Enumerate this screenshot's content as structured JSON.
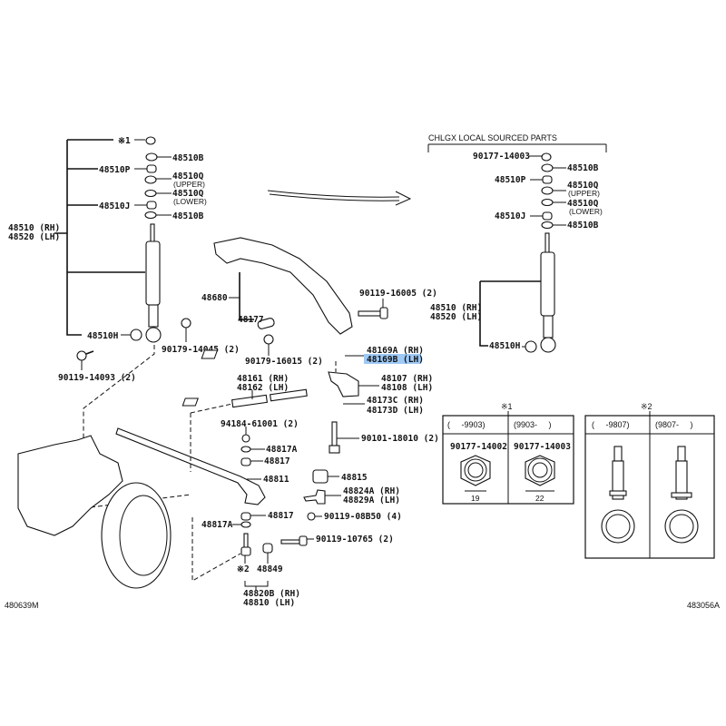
{
  "diagram": {
    "left_shock": {
      "note1": "※1",
      "b_top": "48510B",
      "p": "48510P",
      "q_upper": "48510Q",
      "q_upper_note": "(UPPER)",
      "q_lower": "48510Q",
      "q_lower_note": "(LOWER)",
      "j": "48510J",
      "b_bottom": "48510B",
      "rh": "48510 (RH)",
      "lh": "48520 (LH)",
      "h": "48510H",
      "bolt1": "90179-14045 (2)",
      "bolt2": "90119-14093 (2)"
    },
    "center": {
      "bracket": "48680",
      "pin": "48177",
      "nut": "90179-16015 (2)",
      "bolt_top": "90119-16005 (2)",
      "plate_rh": "48169A (RH)",
      "plate_lh": "48169B (LH)",
      "arm_rh": "48107 (RH)",
      "arm_lh": "48108 (LH)",
      "shaft_rh": "48161 (RH)",
      "shaft_lh": "48162 (LH)",
      "plate2_rh": "48173C (RH)",
      "plate2_lh": "48173D (LH)",
      "nut2": "94184-61001 (2)",
      "bolt_long": "90101-18010 (2)",
      "washer_top": "48817A",
      "bush_top": "48817",
      "stabilizer": "48811",
      "bushing": "48815",
      "bracket_rh": "48824A (RH)",
      "bracket_lh": "48829A (LH)",
      "bush_bottom": "48817",
      "bolt_small": "90119-08B50 (4)",
      "washer_bottom": "48817A",
      "bolt_link": "90119-10765 (2)",
      "note2": "※2",
      "link_bush": "48849",
      "link_rh": "48820B (RH)",
      "link_lh": "48810 (LH)",
      "code_left": "480639M"
    },
    "right_shock": {
      "title": "CHLGX LOCAL SOURCED PARTS",
      "nut": "90177-14003",
      "b_top": "48510B",
      "p": "48510P",
      "q_upper": "48510Q",
      "q_upper_note": "(UPPER)",
      "q_lower": "48510Q",
      "q_lower_note": "(LOWER)",
      "j": "48510J",
      "b_bottom": "48510B",
      "rh": "48510 (RH)",
      "lh": "48520 (LH)",
      "h": "48510H"
    },
    "table1": {
      "mark": "※1",
      "col1_header": "(     -9903)",
      "col2_header": "(9903-     )",
      "col1_part": "90177-14002",
      "col2_part": "90177-14003",
      "col1_size": "19",
      "col2_size": "22"
    },
    "table2": {
      "mark": "※2",
      "col1_header": "(     -9807)",
      "col2_header": "(9807-     )"
    },
    "code_right": "483056A",
    "highlight_color": "#9ec9f5"
  }
}
